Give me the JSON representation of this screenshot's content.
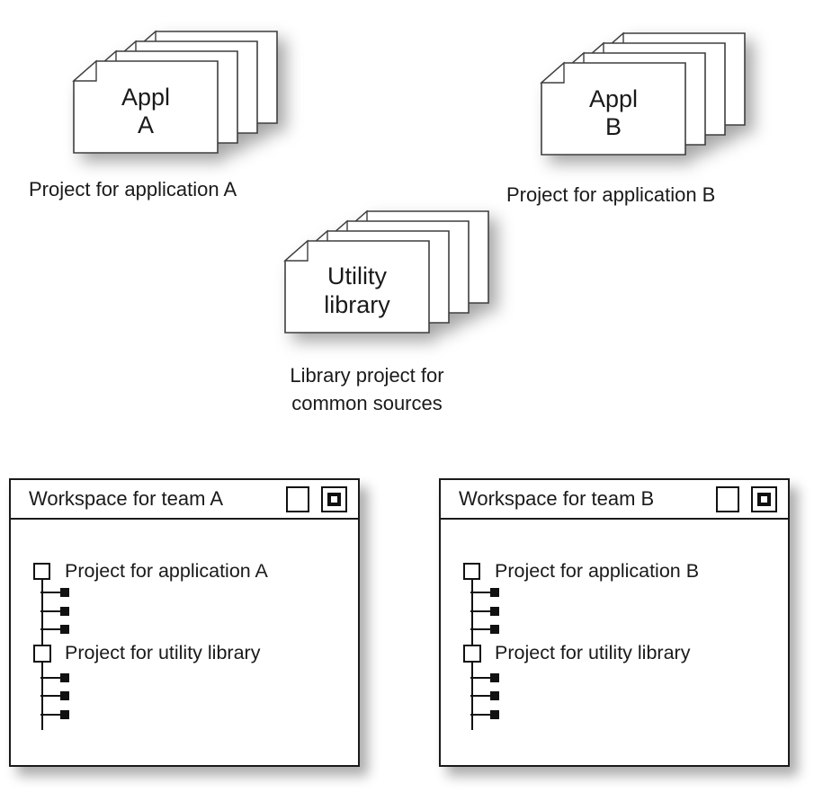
{
  "stacks": [
    {
      "name": "project-application-a",
      "doc_label_lines": [
        "Appl",
        "A"
      ],
      "caption_lines": [
        "Project for application A"
      ]
    },
    {
      "name": "project-application-b",
      "doc_label_lines": [
        "Appl",
        "B"
      ],
      "caption_lines": [
        "Project for application B"
      ]
    },
    {
      "name": "utility-library",
      "doc_label_lines": [
        "Utility",
        "library"
      ],
      "caption_lines": [
        "Library project for",
        "common sources"
      ]
    }
  ],
  "windows": [
    {
      "name": "workspace-team-a",
      "title": "Workspace for team A",
      "titlebar_icons": [
        "blank-square-icon",
        "nested-square-icon"
      ],
      "tree": [
        {
          "label": "Project for application A",
          "leaf_count": 3
        },
        {
          "label": "Project for utility library",
          "leaf_count": 3
        }
      ]
    },
    {
      "name": "workspace-team-b",
      "title": "Workspace for team B",
      "titlebar_icons": [
        "blank-square-icon",
        "nested-square-icon"
      ],
      "tree": [
        {
          "label": "Project for application B",
          "leaf_count": 3
        },
        {
          "label": "Project for utility library",
          "leaf_count": 3
        }
      ]
    }
  ],
  "colors": {
    "ink": "#1a1a1a",
    "sheet_stroke": "#3f3f3f",
    "sheet_fill": "#ffffff",
    "shadow": "rgba(0,0,0,0.35)"
  }
}
